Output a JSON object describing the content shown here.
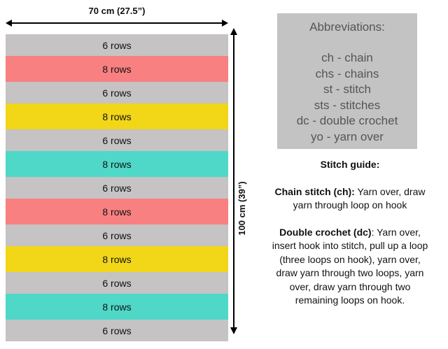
{
  "dimensions": {
    "width_label": "70 cm (27.5”)",
    "height_label": "100 cm (39”)"
  },
  "stripes": [
    {
      "label": "6 rows",
      "rows": 6,
      "color": "#c5c3c3"
    },
    {
      "label": "8 rows",
      "rows": 8,
      "color": "#f88080"
    },
    {
      "label": "6 rows",
      "rows": 6,
      "color": "#c5c3c3"
    },
    {
      "label": "8 rows",
      "rows": 8,
      "color": "#f2d618"
    },
    {
      "label": "6 rows",
      "rows": 6,
      "color": "#c5c3c3"
    },
    {
      "label": "8 rows",
      "rows": 8,
      "color": "#4fd8c8"
    },
    {
      "label": "6 rows",
      "rows": 6,
      "color": "#c5c3c3"
    },
    {
      "label": "8 rows",
      "rows": 8,
      "color": "#f88080"
    },
    {
      "label": "6 rows",
      "rows": 6,
      "color": "#c5c3c3"
    },
    {
      "label": "8 rows",
      "rows": 8,
      "color": "#f2d618"
    },
    {
      "label": "6 rows",
      "rows": 6,
      "color": "#c5c3c3"
    },
    {
      "label": "8 rows",
      "rows": 8,
      "color": "#4fd8c8"
    },
    {
      "label": "6 rows",
      "rows": 6,
      "color": "#c5c3c3"
    }
  ],
  "abbreviations": {
    "title": "Abbreviations:",
    "items": [
      "ch - chain",
      "chs - chains",
      "st - stitch",
      "sts - stitches",
      "dc - double crochet",
      "yo - yarn over"
    ]
  },
  "stitch_guide": {
    "title": "Stitch guide:",
    "entries": [
      {
        "term": "Chain stitch (ch):",
        "text": " Yarn over, draw yarn through loop on hook"
      },
      {
        "term": "Double crochet (dc)",
        "text": ": Yarn over, insert hook into stitch, pull up a loop (three loops on hook), yarn over, draw yarn through two loops, yarn over, draw yarn through two remaining loops on hook."
      }
    ]
  }
}
